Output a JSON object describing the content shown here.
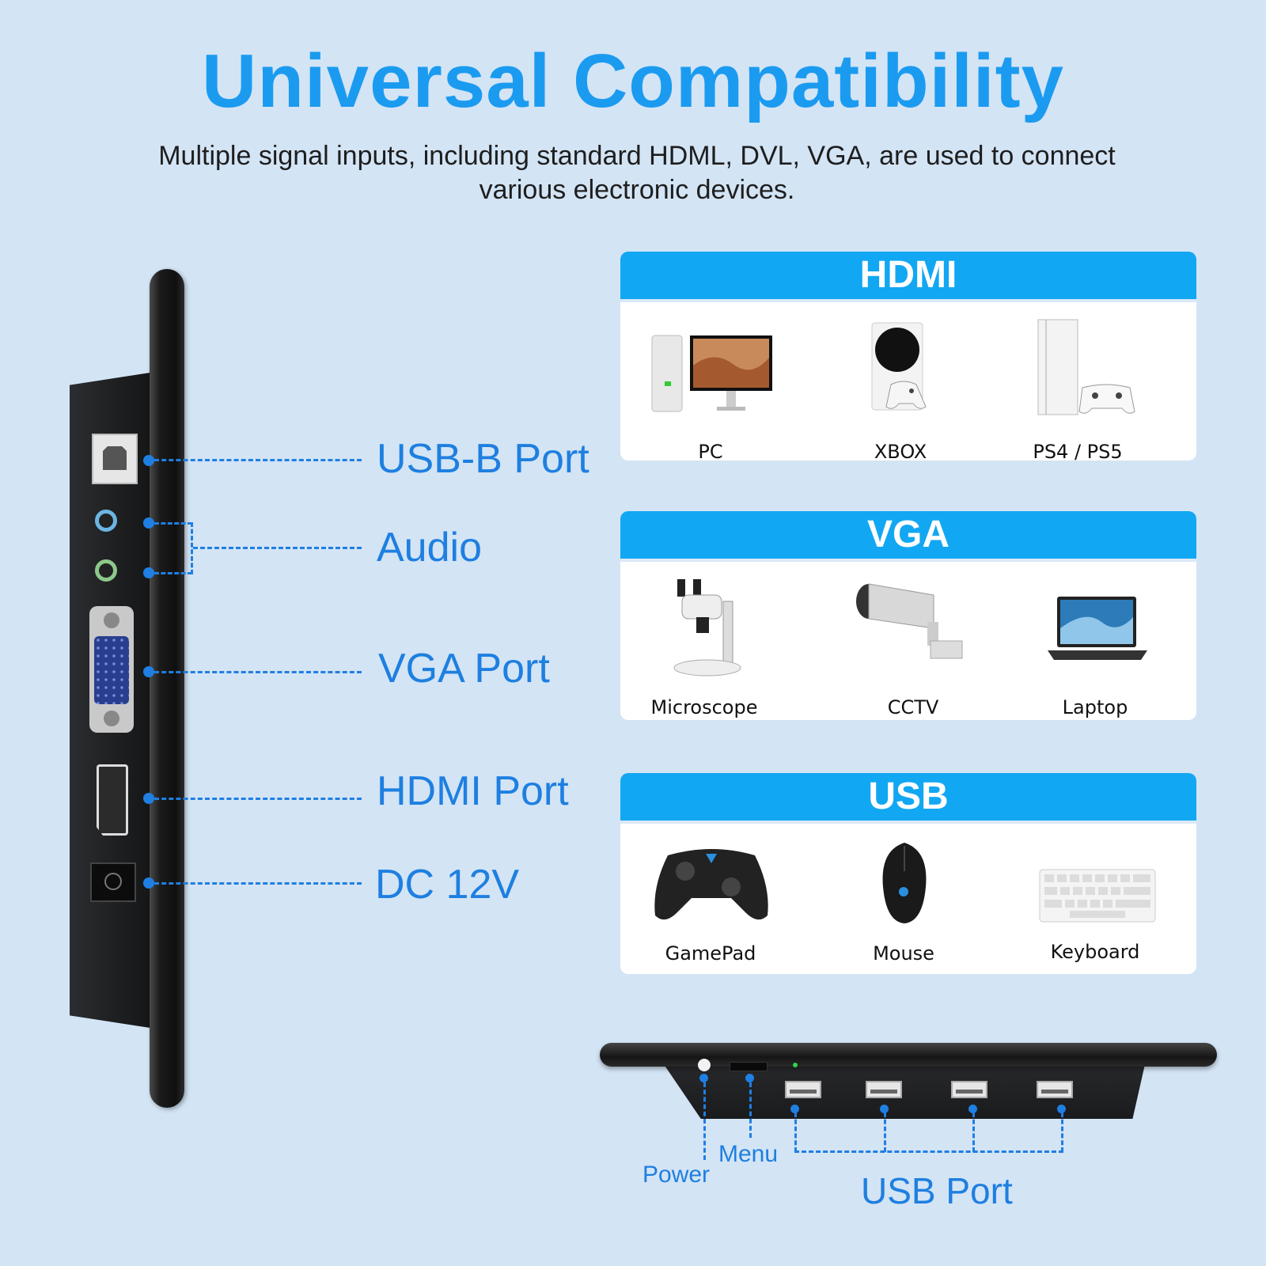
{
  "title": "Universal Compatibility",
  "subtitle_line1": "Multiple signal inputs, including standard HDML, DVL, VGA, are used to connect",
  "subtitle_line2": "various electronic devices.",
  "side_ports": {
    "usb_b": "USB-B Port",
    "audio": "Audio",
    "vga": "VGA Port",
    "hdmi": "HDMI Port",
    "dc": "DC 12V"
  },
  "cards": {
    "hdmi": {
      "title": "HDMI",
      "items": [
        "PC",
        "XBOX",
        "PS4 / PS5"
      ]
    },
    "vga": {
      "title": "VGA",
      "items": [
        "Microscope",
        "CCTV",
        "Laptop"
      ]
    },
    "usb": {
      "title": "USB",
      "items": [
        "GamePad",
        "Mouse",
        "Keyboard"
      ]
    }
  },
  "bottom_ports": {
    "power": "Power",
    "menu": "Menu",
    "usb": "USB Port"
  },
  "colors": {
    "title": "#1b9bf0",
    "card_header": "#12a7f2",
    "label": "#1e7fe0",
    "background": "#d3e4f5"
  }
}
